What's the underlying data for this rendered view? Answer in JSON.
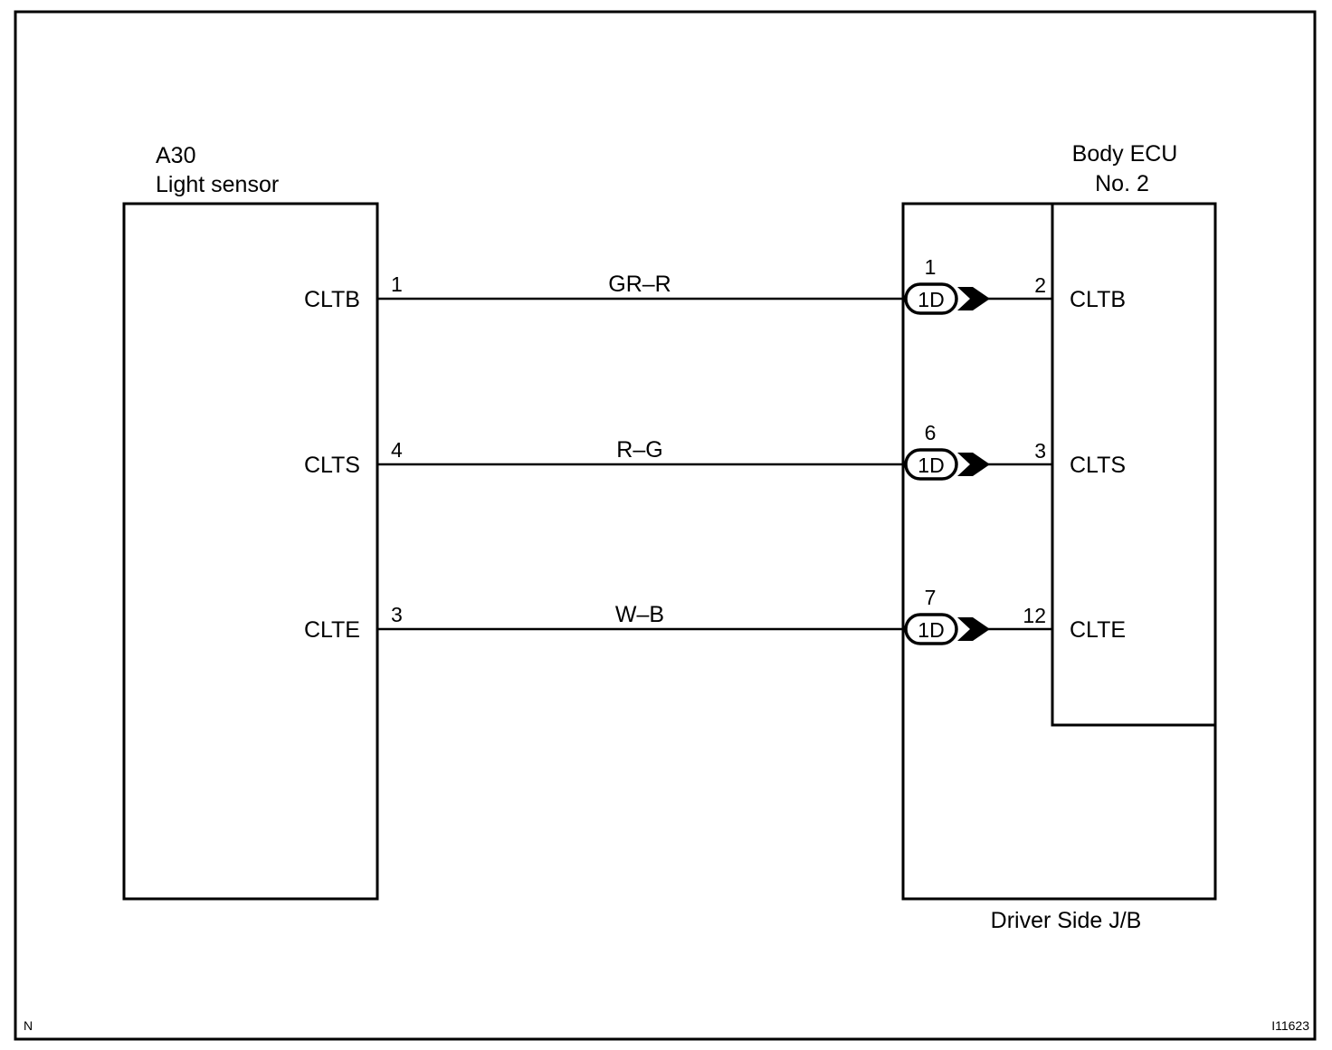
{
  "sensor": {
    "id": "A30",
    "name": "Light sensor"
  },
  "ecu": {
    "name_line1": "Body ECU",
    "name_line2": "No. 2"
  },
  "junction_block": {
    "name": "Driver Side J/B"
  },
  "connector_code": "1D",
  "circuits": [
    {
      "terminal": "CLTB",
      "sensor_pin": "1",
      "wire_color": "GR–R",
      "jb_pin": "1",
      "ecu_pin": "2",
      "ecu_terminal": "CLTB"
    },
    {
      "terminal": "CLTS",
      "sensor_pin": "4",
      "wire_color": "R–G",
      "jb_pin": "6",
      "ecu_pin": "3",
      "ecu_terminal": "CLTS"
    },
    {
      "terminal": "CLTE",
      "sensor_pin": "3",
      "wire_color": "W–B",
      "jb_pin": "7",
      "ecu_pin": "12",
      "ecu_terminal": "CLTE"
    }
  ],
  "corner_left": "N",
  "figure_code": "I11623"
}
